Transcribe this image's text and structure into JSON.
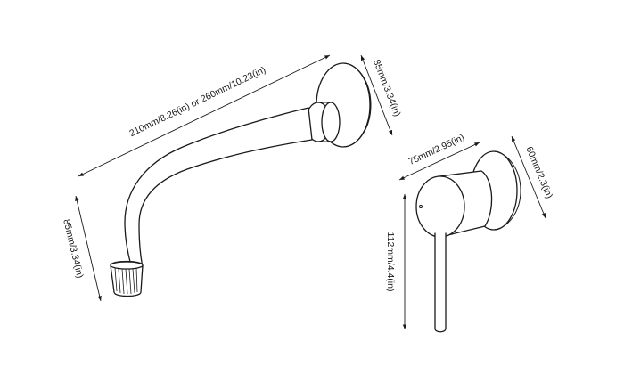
{
  "dimensions": {
    "spout_length": "210mm/8.26(in) or 260mm/10.23(in)",
    "spout_plate_diameter": "85mm/3.34(in)",
    "spout_height": "85mm/3.34(in)",
    "mixer_handle_length": "75mm/2.95(in)",
    "mixer_plate_diameter": "60mm/2.3(in)",
    "mixer_lever_height": "112mm/4.4(in)"
  },
  "colors": {
    "line": "#1a1a1a",
    "background": "#ffffff"
  }
}
